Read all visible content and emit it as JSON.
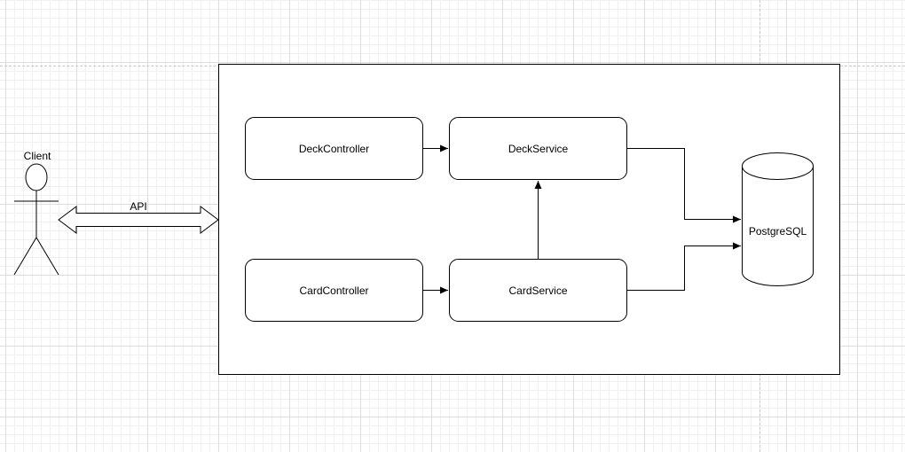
{
  "actor": {
    "label": "Client"
  },
  "connection": {
    "label": "API"
  },
  "nodes": {
    "deck_controller": "DeckController",
    "deck_service": "DeckService",
    "card_controller": "CardController",
    "card_service": "CardService",
    "database": "PostgreSQL"
  }
}
